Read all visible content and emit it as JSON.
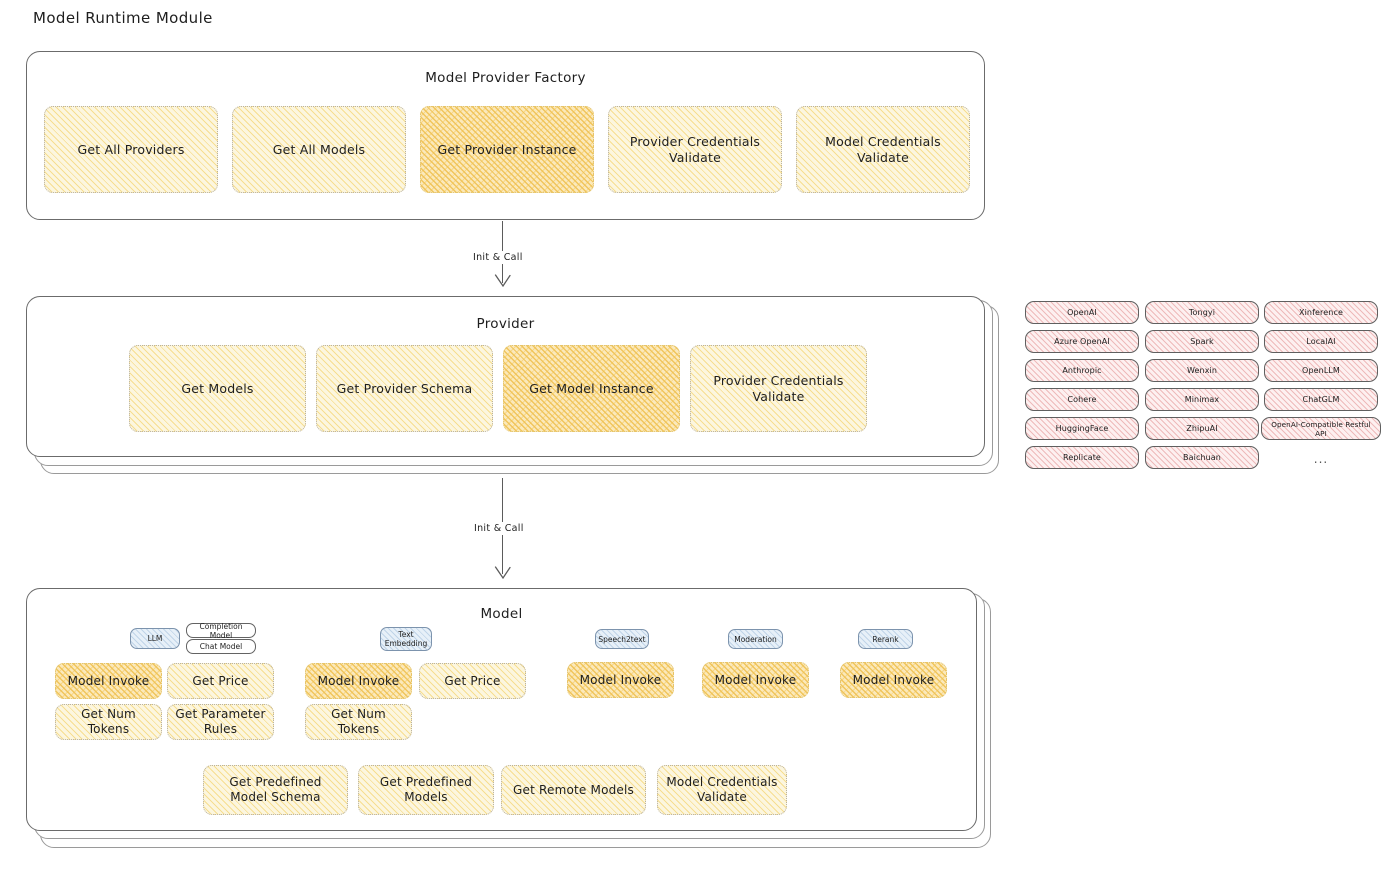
{
  "page": {
    "title": "Model Runtime Module"
  },
  "factory": {
    "title": "Model Provider Factory",
    "boxes": [
      {
        "label": "Get All Providers",
        "highlight": false
      },
      {
        "label": "Get All Models",
        "highlight": false
      },
      {
        "label": "Get Provider Instance",
        "highlight": true
      },
      {
        "label": "Provider Credentials Validate",
        "highlight": false
      },
      {
        "label": "Model Credentials Validate",
        "highlight": false
      }
    ]
  },
  "arrow1": {
    "label": "Init & Call"
  },
  "provider": {
    "title": "Provider",
    "boxes": [
      {
        "label": "Get Models",
        "highlight": false
      },
      {
        "label": "Get Provider Schema",
        "highlight": false
      },
      {
        "label": "Get Model Instance",
        "highlight": true
      },
      {
        "label": "Provider Credentials Validate",
        "highlight": false
      }
    ]
  },
  "arrow2": {
    "label": "Init & Call"
  },
  "providers_list": {
    "columns": [
      [
        "OpenAI",
        "Azure OpenAI",
        "Anthropic",
        "Cohere",
        "HuggingFace",
        "Replicate"
      ],
      [
        "Tongyi",
        "Spark",
        "Wenxin",
        "Minimax",
        "ZhipuAI",
        "Baichuan"
      ],
      [
        "Xinference",
        "LocalAI",
        "OpenLLM",
        "ChatGLM",
        "OpenAI-Compatible Restful API"
      ]
    ],
    "more": "..."
  },
  "model": {
    "title": "Model",
    "more": "...",
    "types": [
      {
        "tag": "LLM",
        "blue": true,
        "subtags": [
          "Completion Model",
          "Chat Model"
        ]
      },
      {
        "tag": "Text Embedding",
        "blue": true,
        "subtags": []
      },
      {
        "tag": "Speech2text",
        "blue": true,
        "subtags": []
      },
      {
        "tag": "Moderation",
        "blue": true,
        "subtags": []
      },
      {
        "tag": "Rerank",
        "blue": true,
        "subtags": []
      }
    ],
    "methods": {
      "llm": [
        "Model Invoke",
        "Get Price",
        "Get Num Tokens",
        "Get Parameter Rules"
      ],
      "text_embedding": [
        "Model Invoke",
        "Get Price",
        "Get Num Tokens"
      ],
      "speech2text": [
        "Model Invoke"
      ],
      "moderation": [
        "Model Invoke"
      ],
      "rerank": [
        "Model Invoke"
      ]
    },
    "common": [
      "Get Predefined Model Schema",
      "Get Predefined Models",
      "Get Remote Models",
      "Model Credentials Validate"
    ]
  },
  "colors": {
    "hatch_light": "#fcf6df",
    "hatch_strong": "#fbe9bb",
    "pill_pink": "#fdf0f0",
    "tag_blue": "#e7f0f8",
    "stroke": "#1e1e1e"
  }
}
